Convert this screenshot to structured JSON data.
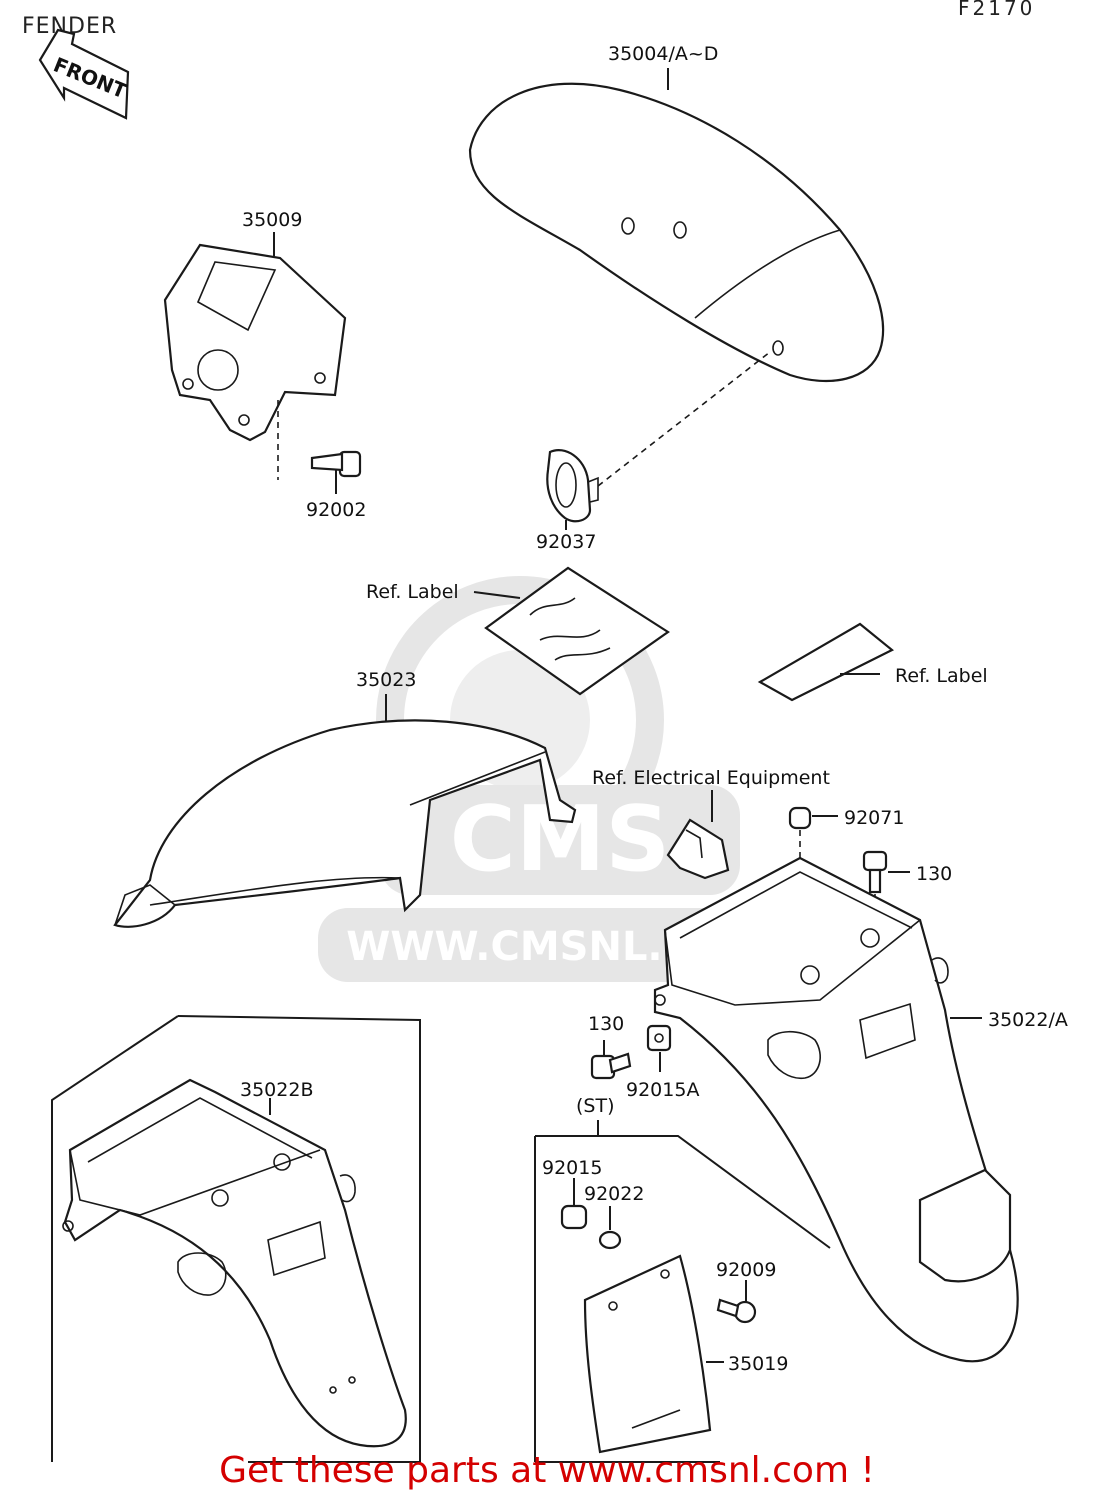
{
  "header": {
    "title": "FENDER",
    "code": "F2170",
    "front_marker": "FRONT"
  },
  "parts": {
    "front_fender": "35004/A~D",
    "headlight_bracket": "35009",
    "bolt_92002": "92002",
    "grommet_92037": "92037",
    "ref_label_1": "Ref. Label",
    "ref_label_2": "Ref. Label",
    "inner_fender": "35023",
    "ref_electrical": "Ref. Electrical Equipment",
    "cap_92071": "92071",
    "bolt_130_top": "130",
    "rear_fender": "35022/A",
    "bolt_130_bottom": "130",
    "nut_92015a": "92015A",
    "st_marker": "(ST)",
    "rear_fender_b": "35022B",
    "nut_92015": "92015",
    "washer_92022": "92022",
    "bolt_92009": "92009",
    "mudflap": "35019"
  },
  "watermark": {
    "logo_text": "CMS",
    "url_text": "WWW.CMSNL.COM"
  },
  "footer": {
    "banner": "Get these parts at www.cmsnl.com !"
  },
  "colors": {
    "banner": "#d40000",
    "watermark": "#e6e6e6",
    "ink": "#1a1a1a"
  }
}
